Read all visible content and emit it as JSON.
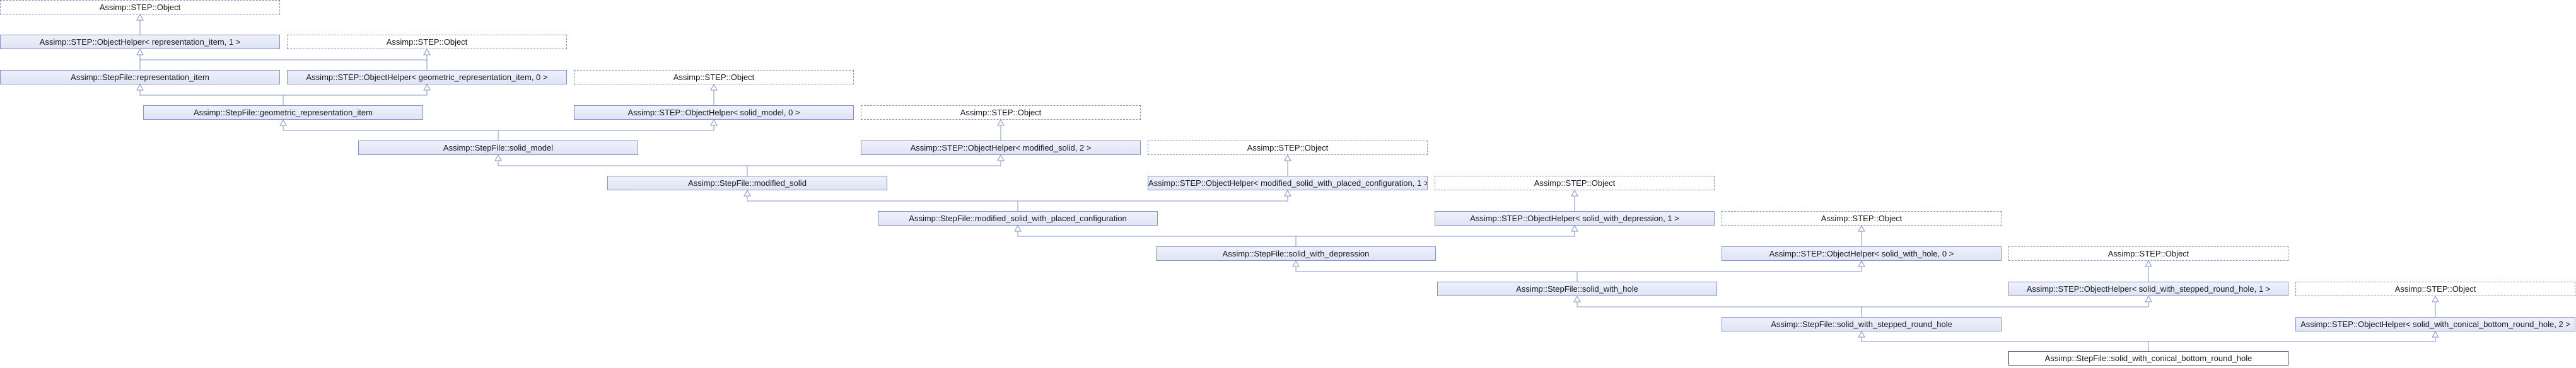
{
  "diagram": {
    "nodes": [
      {
        "id": "o1",
        "label": "Assimp::STEP::Object",
        "style": "dashed"
      },
      {
        "id": "h_ri",
        "label": "Assimp::STEP::ObjectHelper< representation_item, 1 >",
        "style": "solid"
      },
      {
        "id": "o2",
        "label": "Assimp::STEP::Object",
        "style": "dashed"
      },
      {
        "id": "ri",
        "label": "Assimp::StepFile::representation_item",
        "style": "solid"
      },
      {
        "id": "h_gri",
        "label": "Assimp::STEP::ObjectHelper< geometric_representation_item, 0 >",
        "style": "solid"
      },
      {
        "id": "o3",
        "label": "Assimp::STEP::Object",
        "style": "dashed"
      },
      {
        "id": "gri",
        "label": "Assimp::StepFile::geometric_representation_item",
        "style": "solid"
      },
      {
        "id": "h_sm",
        "label": "Assimp::STEP::ObjectHelper< solid_model, 0 >",
        "style": "solid"
      },
      {
        "id": "o4",
        "label": "Assimp::STEP::Object",
        "style": "dashed"
      },
      {
        "id": "sm",
        "label": "Assimp::StepFile::solid_model",
        "style": "solid"
      },
      {
        "id": "h_ms",
        "label": "Assimp::STEP::ObjectHelper< modified_solid, 2 >",
        "style": "solid"
      },
      {
        "id": "o5",
        "label": "Assimp::STEP::Object",
        "style": "dashed"
      },
      {
        "id": "ms",
        "label": "Assimp::StepFile::modified_solid",
        "style": "solid"
      },
      {
        "id": "h_mswpc",
        "label": "Assimp::STEP::ObjectHelper< modified_solid_with_placed_configuration, 1 >",
        "style": "solid"
      },
      {
        "id": "o6",
        "label": "Assimp::STEP::Object",
        "style": "dashed"
      },
      {
        "id": "mswpc",
        "label": "Assimp::StepFile::modified_solid_with_placed_configuration",
        "style": "solid"
      },
      {
        "id": "h_swd",
        "label": "Assimp::STEP::ObjectHelper< solid_with_depression, 1 >",
        "style": "solid"
      },
      {
        "id": "o7",
        "label": "Assimp::STEP::Object",
        "style": "dashed"
      },
      {
        "id": "swd",
        "label": "Assimp::StepFile::solid_with_depression",
        "style": "solid"
      },
      {
        "id": "h_swh",
        "label": "Assimp::STEP::ObjectHelper< solid_with_hole, 0 >",
        "style": "solid"
      },
      {
        "id": "o8",
        "label": "Assimp::STEP::Object",
        "style": "dashed"
      },
      {
        "id": "swh",
        "label": "Assimp::StepFile::solid_with_hole",
        "style": "solid"
      },
      {
        "id": "h_swsrh",
        "label": "Assimp::STEP::ObjectHelper< solid_with_stepped_round_hole, 1 >",
        "style": "solid"
      },
      {
        "id": "o9",
        "label": "Assimp::STEP::Object",
        "style": "dashed"
      },
      {
        "id": "swsrh",
        "label": "Assimp::StepFile::solid_with_stepped_round_hole",
        "style": "solid"
      },
      {
        "id": "h_swcbrh",
        "label": "Assimp::STEP::ObjectHelper< solid_with_conical_bottom_round_hole, 2 >",
        "style": "solid"
      },
      {
        "id": "swcbrh",
        "label": "Assimp::StepFile::solid_with_conical_bottom_round_hole",
        "style": "current"
      }
    ],
    "edges": [
      [
        "h_ri",
        "o1"
      ],
      [
        "ri",
        "h_ri"
      ],
      [
        "ri",
        "o2"
      ],
      [
        "gri",
        "ri"
      ],
      [
        "gri",
        "h_gri"
      ],
      [
        "h_gri",
        "o2"
      ],
      [
        "sm",
        "gri"
      ],
      [
        "sm",
        "h_sm"
      ],
      [
        "h_sm",
        "o3"
      ],
      [
        "ms",
        "sm"
      ],
      [
        "ms",
        "h_ms"
      ],
      [
        "h_ms",
        "o4"
      ],
      [
        "mswpc",
        "ms"
      ],
      [
        "mswpc",
        "h_mswpc"
      ],
      [
        "h_mswpc",
        "o5"
      ],
      [
        "swd",
        "mswpc"
      ],
      [
        "swd",
        "h_swd"
      ],
      [
        "h_swd",
        "o6"
      ],
      [
        "swh",
        "swd"
      ],
      [
        "swh",
        "h_swh"
      ],
      [
        "h_swh",
        "o7"
      ],
      [
        "swsrh",
        "swh"
      ],
      [
        "swsrh",
        "h_swsrh"
      ],
      [
        "h_swsrh",
        "o8"
      ],
      [
        "swcbrh",
        "swsrh"
      ],
      [
        "swcbrh",
        "h_swcbrh"
      ],
      [
        "h_swcbrh",
        "o9"
      ]
    ],
    "colors": {
      "edge": "#8393c9",
      "node_border": "#8393c9",
      "current_border": "#333333"
    }
  }
}
